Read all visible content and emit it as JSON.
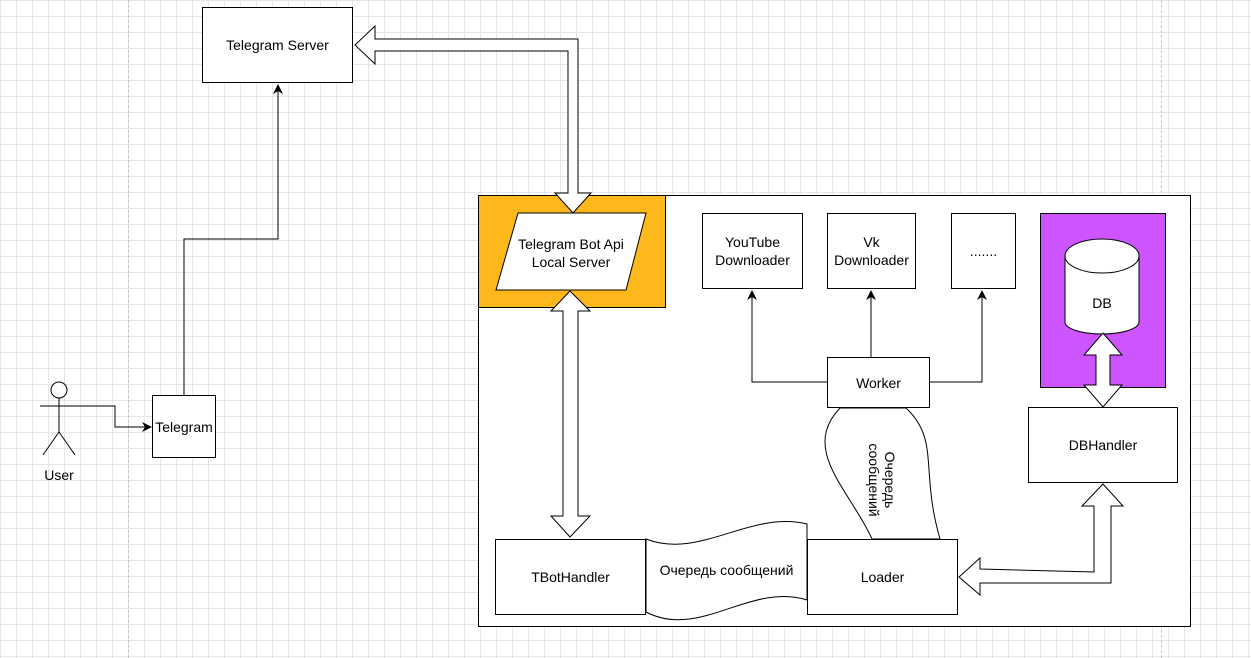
{
  "colors": {
    "api_fill": "#FFB81C",
    "db_fill": "#CC55FF",
    "line": "#000000"
  },
  "nodes": {
    "telegram_server": "Telegram Server",
    "telegram_client": "Telegram",
    "user": "User",
    "bot_api_line1": "Telegram Bot Api",
    "bot_api_line2": "Local Server",
    "youtube_line1": "YouTube",
    "youtube_line2": "Downloader",
    "vk_line1": "Vk",
    "vk_line2": "Downloader",
    "more": ".......",
    "db": "DB",
    "worker": "Worker",
    "dbhandler": "DBHandler",
    "tbothandler": "TBotHandler",
    "loader": "Loader"
  },
  "queues": {
    "horizontal": "Очередь сообщений",
    "vertical_line1": "Очередь",
    "vertical_line2": "сообщений"
  }
}
